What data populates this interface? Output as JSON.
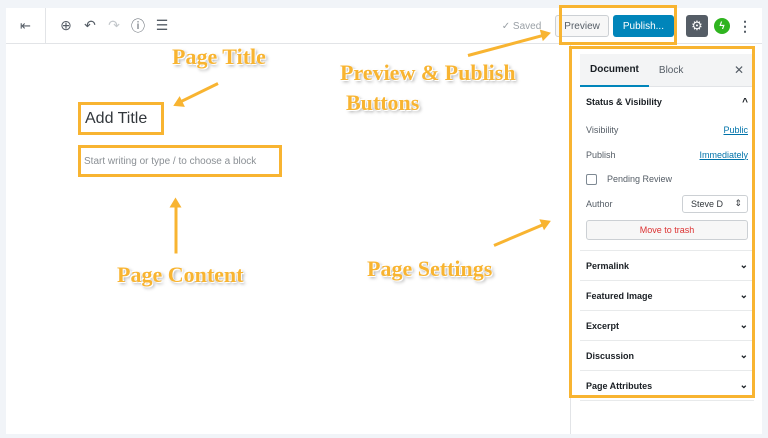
{
  "toolbar": {
    "back_icon": "⇤",
    "add_icon": "⊕",
    "undo_icon": "↶",
    "redo_icon": "↷",
    "info_icon": "ⓘ",
    "outline_icon": "☰",
    "saved_label": "✓ Saved",
    "preview_label": "Preview",
    "publish_label": "Publish...",
    "gear_icon": "⚙",
    "jetpack_icon": "ϟ",
    "more_icon": "⋮"
  },
  "editor": {
    "title_placeholder": "Add Title",
    "content_placeholder": "Start writing or type / to choose a block"
  },
  "annotations": {
    "page_title": "Page Title",
    "preview_publish_line1": "Preview & Publish",
    "preview_publish_line2": "Buttons",
    "page_content": "Page Content",
    "page_settings": "Page Settings"
  },
  "sidebar": {
    "tabs": [
      {
        "label": "Document",
        "active": true
      },
      {
        "label": "Block",
        "active": false
      }
    ],
    "close_icon": "✕",
    "status_visibility": {
      "title": "Status & Visibility",
      "chevron": "^",
      "visibility_label": "Visibility",
      "visibility_value": "Public",
      "publish_label": "Publish",
      "publish_value": "Immediately",
      "pending_review_label": "Pending Review",
      "author_label": "Author",
      "author_value": "Steve D",
      "select_icon": "⇕",
      "trash_label": "Move to trash"
    },
    "sections": [
      {
        "title": "Permalink",
        "chevron": "⌄"
      },
      {
        "title": "Featured Image",
        "chevron": "⌄"
      },
      {
        "title": "Excerpt",
        "chevron": "⌄"
      },
      {
        "title": "Discussion",
        "chevron": "⌄"
      },
      {
        "title": "Page Attributes",
        "chevron": "⌄"
      }
    ]
  },
  "colors": {
    "accent": "#0085ba",
    "annotation": "#f8b431",
    "trash": "#dc3232"
  }
}
